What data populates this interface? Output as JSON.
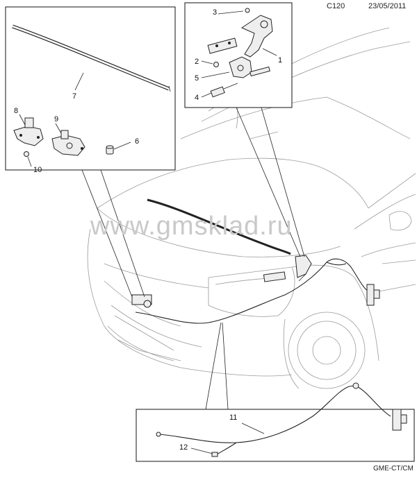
{
  "header": {
    "code": "C120",
    "date": "23/05/2011"
  },
  "footer": {
    "source": "GME-CT/CM"
  },
  "watermark": {
    "text": "www.gmsklad.ru"
  },
  "callouts": {
    "c1": "1",
    "c2": "2",
    "c3": "3",
    "c4": "4",
    "c5": "5",
    "c6": "6",
    "c7": "7",
    "c8": "8",
    "c9": "9",
    "c10": "10",
    "c11": "11",
    "c12": "12"
  }
}
